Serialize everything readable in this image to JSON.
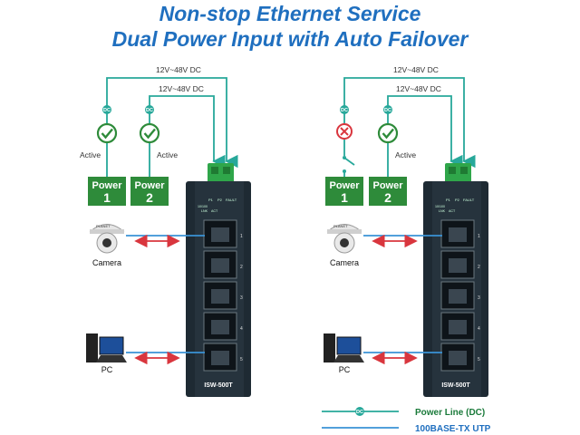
{
  "title_line1": "Non-stop Ethernet Service",
  "title_line2": "Dual Power Input with Auto Failover",
  "voltage_label": "12V~48V DC",
  "dc_badge": "DC",
  "status_active": "Active",
  "power_word": "Power",
  "power_1": "1",
  "power_2": "2",
  "device_model": "ISW-500T",
  "led_p1": "P1",
  "led_p2": "P2",
  "led_fault": "FAULT",
  "led_speed": "10/100",
  "led_lnk": "LNK",
  "led_act": "ACT",
  "ports": [
    "1",
    "2",
    "3",
    "4",
    "5"
  ],
  "camera_label": "Camera",
  "camera_brand": "PLANET",
  "pc_label": "PC",
  "legend": {
    "power_line": "Power Line (DC)",
    "utp": "100BASE-TX UTP"
  },
  "colors": {
    "title": "#1f6fbf",
    "power_wire": "#27a89a",
    "utp_wire": "#3a93d6",
    "ok_green": "#2e8b3a",
    "fail_red": "#d9363e",
    "arrow_red": "#d9363e",
    "device_body": "#1e2a33",
    "legend_text": "#1a7a3a"
  }
}
